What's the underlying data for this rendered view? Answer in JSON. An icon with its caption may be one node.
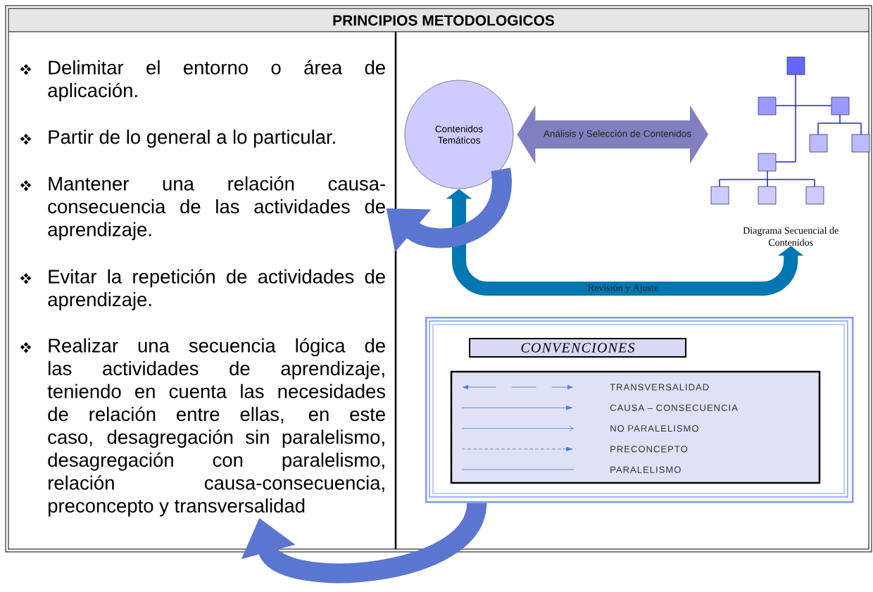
{
  "diagram": {
    "title": "PRINCIPIOS METODOLOGICOS",
    "nodes": [
      {
        "text": [
          "Contenidos Temáticos"
        ]
      },
      {
        "text": [
          "Diagrama Secuencial de Contenidos"
        ]
      },
      {
        "text": [
          "Delimitar el entorno o área de aplicación."
        ]
      },
      {
        "text": [
          "Partir de lo general a lo particular."
        ]
      },
      {
        "text": [
          "Mantener una relación causa-consecuencia de las actividades de aprendizaje."
        ]
      },
      {
        "text": [
          "Evitar la repetición de actividades de aprendizaje."
        ]
      },
      {
        "text": [
          "Realizar una secuencia lógica de las actividades de aprendizaje, teniendo en cuenta las necesidades de relación entre ellas, en este caso, desagregación sin paralelismo, desagregación con paralelismo, relación causa-consecuencia, preconcepto y transversalidad"
        ]
      },
      {
        "text": [
          "CONVENCIONES"
        ]
      }
    ],
    "edges": [
      {
        "from": 0,
        "to": 1,
        "arrow": "both",
        "label": "Análisis y Selección de Contenidos",
        "color": "#8080c0"
      },
      {
        "from": 1,
        "to": 0,
        "arrow": "both",
        "label": "Revisión y Ajuste",
        "color": "#0077b0"
      },
      {
        "from": 0,
        "to": 4,
        "arrow": "to",
        "color": "#5a76d0"
      },
      {
        "from": 7,
        "to": 6,
        "arrow": "to",
        "color": "#5a76d0"
      }
    ],
    "legend": [
      {
        "text": "TRANSVERSALIDAD"
      },
      {
        "text": "CAUSA – CONSECUENCIA"
      },
      {
        "text": "NO PARALELISMO"
      },
      {
        "text": "PRECONCEPTO"
      },
      {
        "text": "PARALELISMO"
      }
    ]
  }
}
